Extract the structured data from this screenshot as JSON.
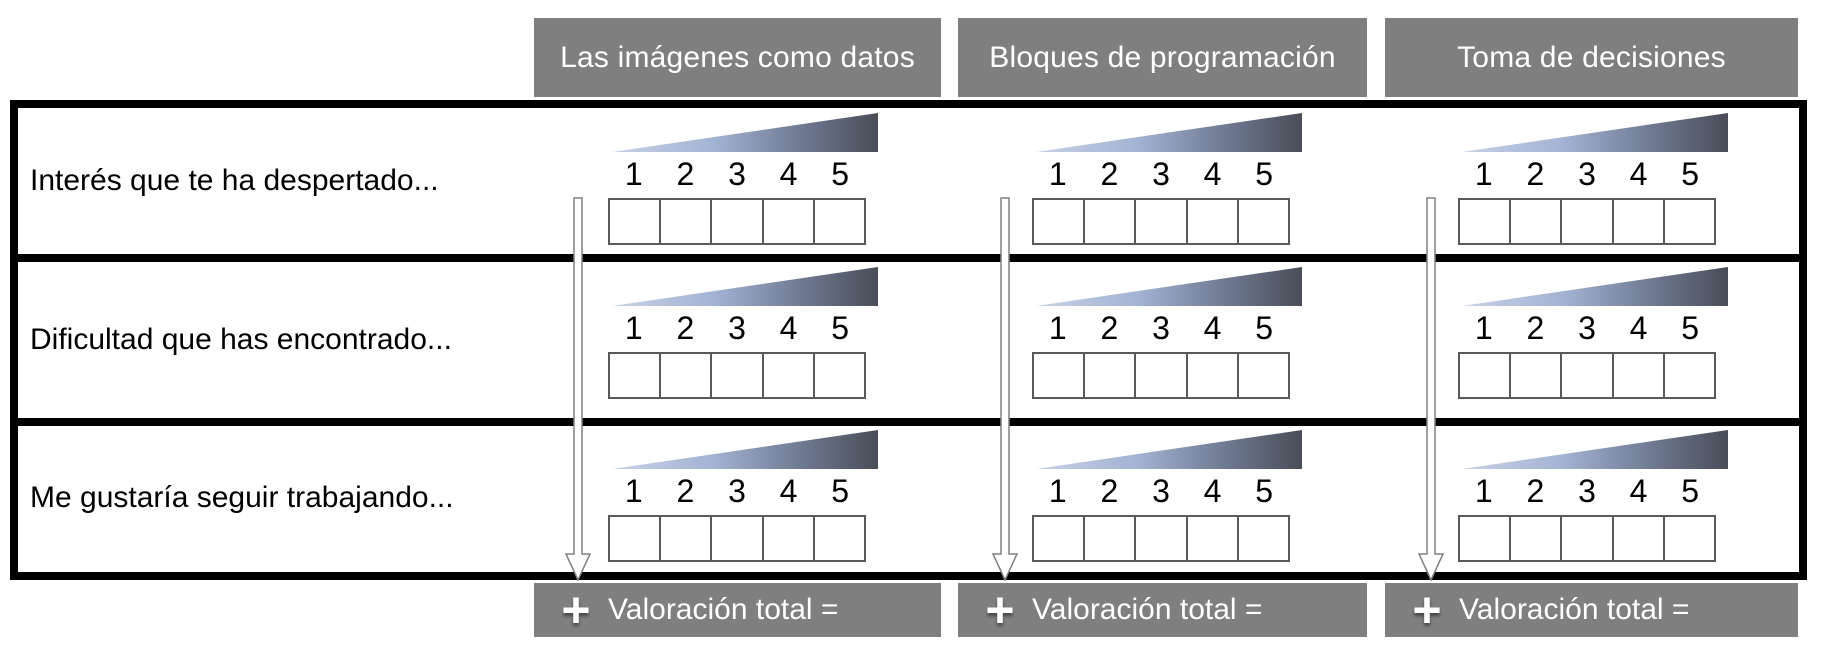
{
  "table": {
    "column_headers": [
      "Las imágenes como datos",
      "Bloques de programación",
      "Toma de decisiones"
    ],
    "row_labels": [
      "Interés que te ha despertado...",
      "Dificultad que has encontrado...",
      "Me gustaría seguir trabajando..."
    ],
    "scale_values": [
      "1",
      "2",
      "3",
      "4",
      "5"
    ],
    "checkboxes_per_cell": 5,
    "checkbox_state": "empty",
    "total_row": {
      "plus_sign": "+",
      "label": "Valoración total ="
    }
  },
  "icons": {
    "ramp": "intensity-ramp-icon",
    "arrow": "down-arrow-icon",
    "plus": "plus-icon"
  },
  "colors": {
    "header_bg": "#7f7f7f",
    "header_text": "#ffffff",
    "table_border": "#000000",
    "checkbox_border": "#595959",
    "ramp_gradient_start": "#c8d1e7",
    "ramp_gradient_end": "#494d57",
    "arrow_outline": "#808080"
  }
}
